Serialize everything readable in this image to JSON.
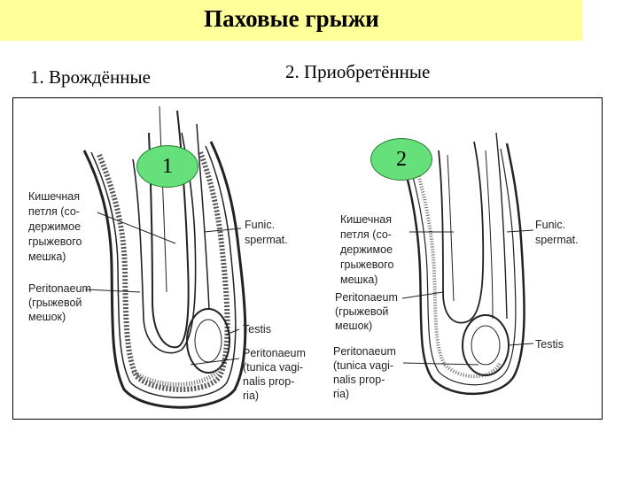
{
  "title": "Паховые грыжи",
  "subtitles": [
    "1. Врождённые",
    "2. Приобретённые"
  ],
  "markers": [
    "1",
    "2"
  ],
  "left_labels": {
    "loop": [
      "Кишечная",
      "петля (со-",
      "держимое",
      "грыжевого",
      "мешка)"
    ],
    "peritoneum": [
      "Peritonaeum",
      "(грыжевой",
      "мешок)"
    ],
    "funic": [
      "Funic.",
      "spermat."
    ],
    "testis": [
      "Testis"
    ],
    "vaginalis": [
      "Peritonaeum",
      "(tunica vagi-",
      "nalis prop-",
      "ria)"
    ]
  },
  "right_labels": {
    "loop": [
      "Кишечная",
      "петля (со-",
      "держимое",
      "грыжевого",
      "мешка)"
    ],
    "peritoneum": [
      "Peritonaeum",
      "(грыжевой",
      "мешок)"
    ],
    "funic": [
      "Funic.",
      "spermat."
    ],
    "testis": [
      "Testis"
    ],
    "vaginalis": [
      "Peritonaeum",
      "(tunica vagi-",
      "nalis prop-",
      "ria)"
    ]
  }
}
